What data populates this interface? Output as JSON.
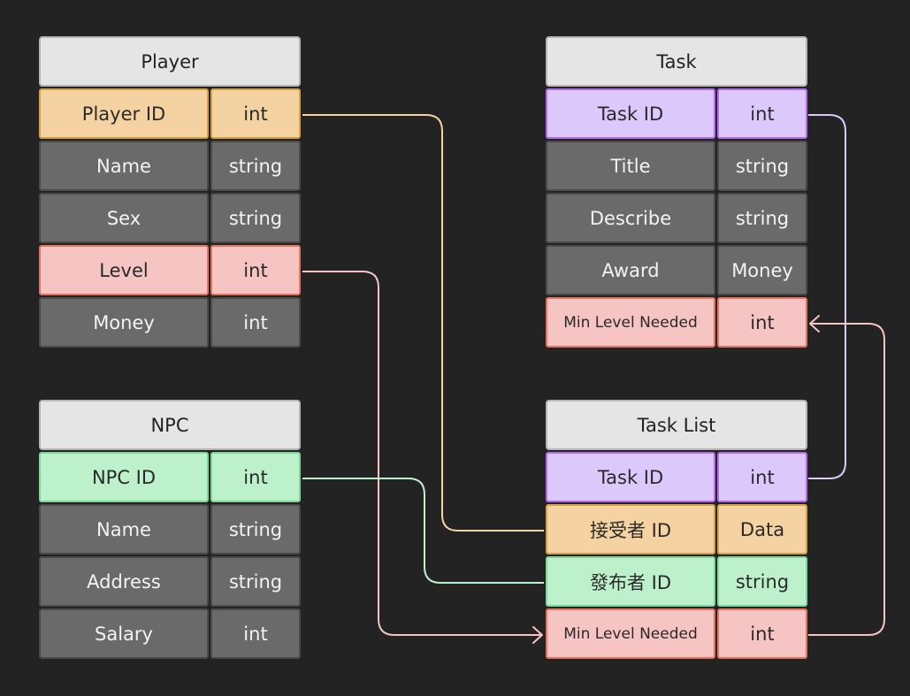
{
  "tables": {
    "player": {
      "title": "Player",
      "rows": [
        {
          "name": "Player ID",
          "type": "int",
          "color": "orange"
        },
        {
          "name": "Name",
          "type": "string",
          "color": "gray"
        },
        {
          "name": "Sex",
          "type": "string",
          "color": "gray"
        },
        {
          "name": "Level",
          "type": "int",
          "color": "red"
        },
        {
          "name": "Money",
          "type": "int",
          "color": "gray"
        }
      ]
    },
    "task": {
      "title": "Task",
      "rows": [
        {
          "name": "Task ID",
          "type": "int",
          "color": "purple"
        },
        {
          "name": "Title",
          "type": "string",
          "color": "gray"
        },
        {
          "name": "Describe",
          "type": "string",
          "color": "gray"
        },
        {
          "name": "Award",
          "type": "Money",
          "color": "gray"
        },
        {
          "name": "Min Level Needed",
          "type": "int",
          "color": "red"
        }
      ]
    },
    "npc": {
      "title": "NPC",
      "rows": [
        {
          "name": "NPC ID",
          "type": "int",
          "color": "green"
        },
        {
          "name": "Name",
          "type": "string",
          "color": "gray"
        },
        {
          "name": "Address",
          "type": "string",
          "color": "gray"
        },
        {
          "name": "Salary",
          "type": "int",
          "color": "gray"
        }
      ]
    },
    "tasklist": {
      "title": "Task List",
      "rows": [
        {
          "name": "Task ID",
          "type": "int",
          "color": "purple"
        },
        {
          "name": "接受者 ID",
          "type": "Data",
          "color": "orange"
        },
        {
          "name": "發布者 ID",
          "type": "string",
          "color": "green"
        },
        {
          "name": "Min Level Needed",
          "type": "int",
          "color": "red"
        }
      ]
    }
  },
  "colors": {
    "background": "#232323",
    "orange_line": "#f4d2a1",
    "purple_line": "#dcc8fb",
    "red_line": "#f6c4c3",
    "green_line": "#bdf1cc"
  }
}
